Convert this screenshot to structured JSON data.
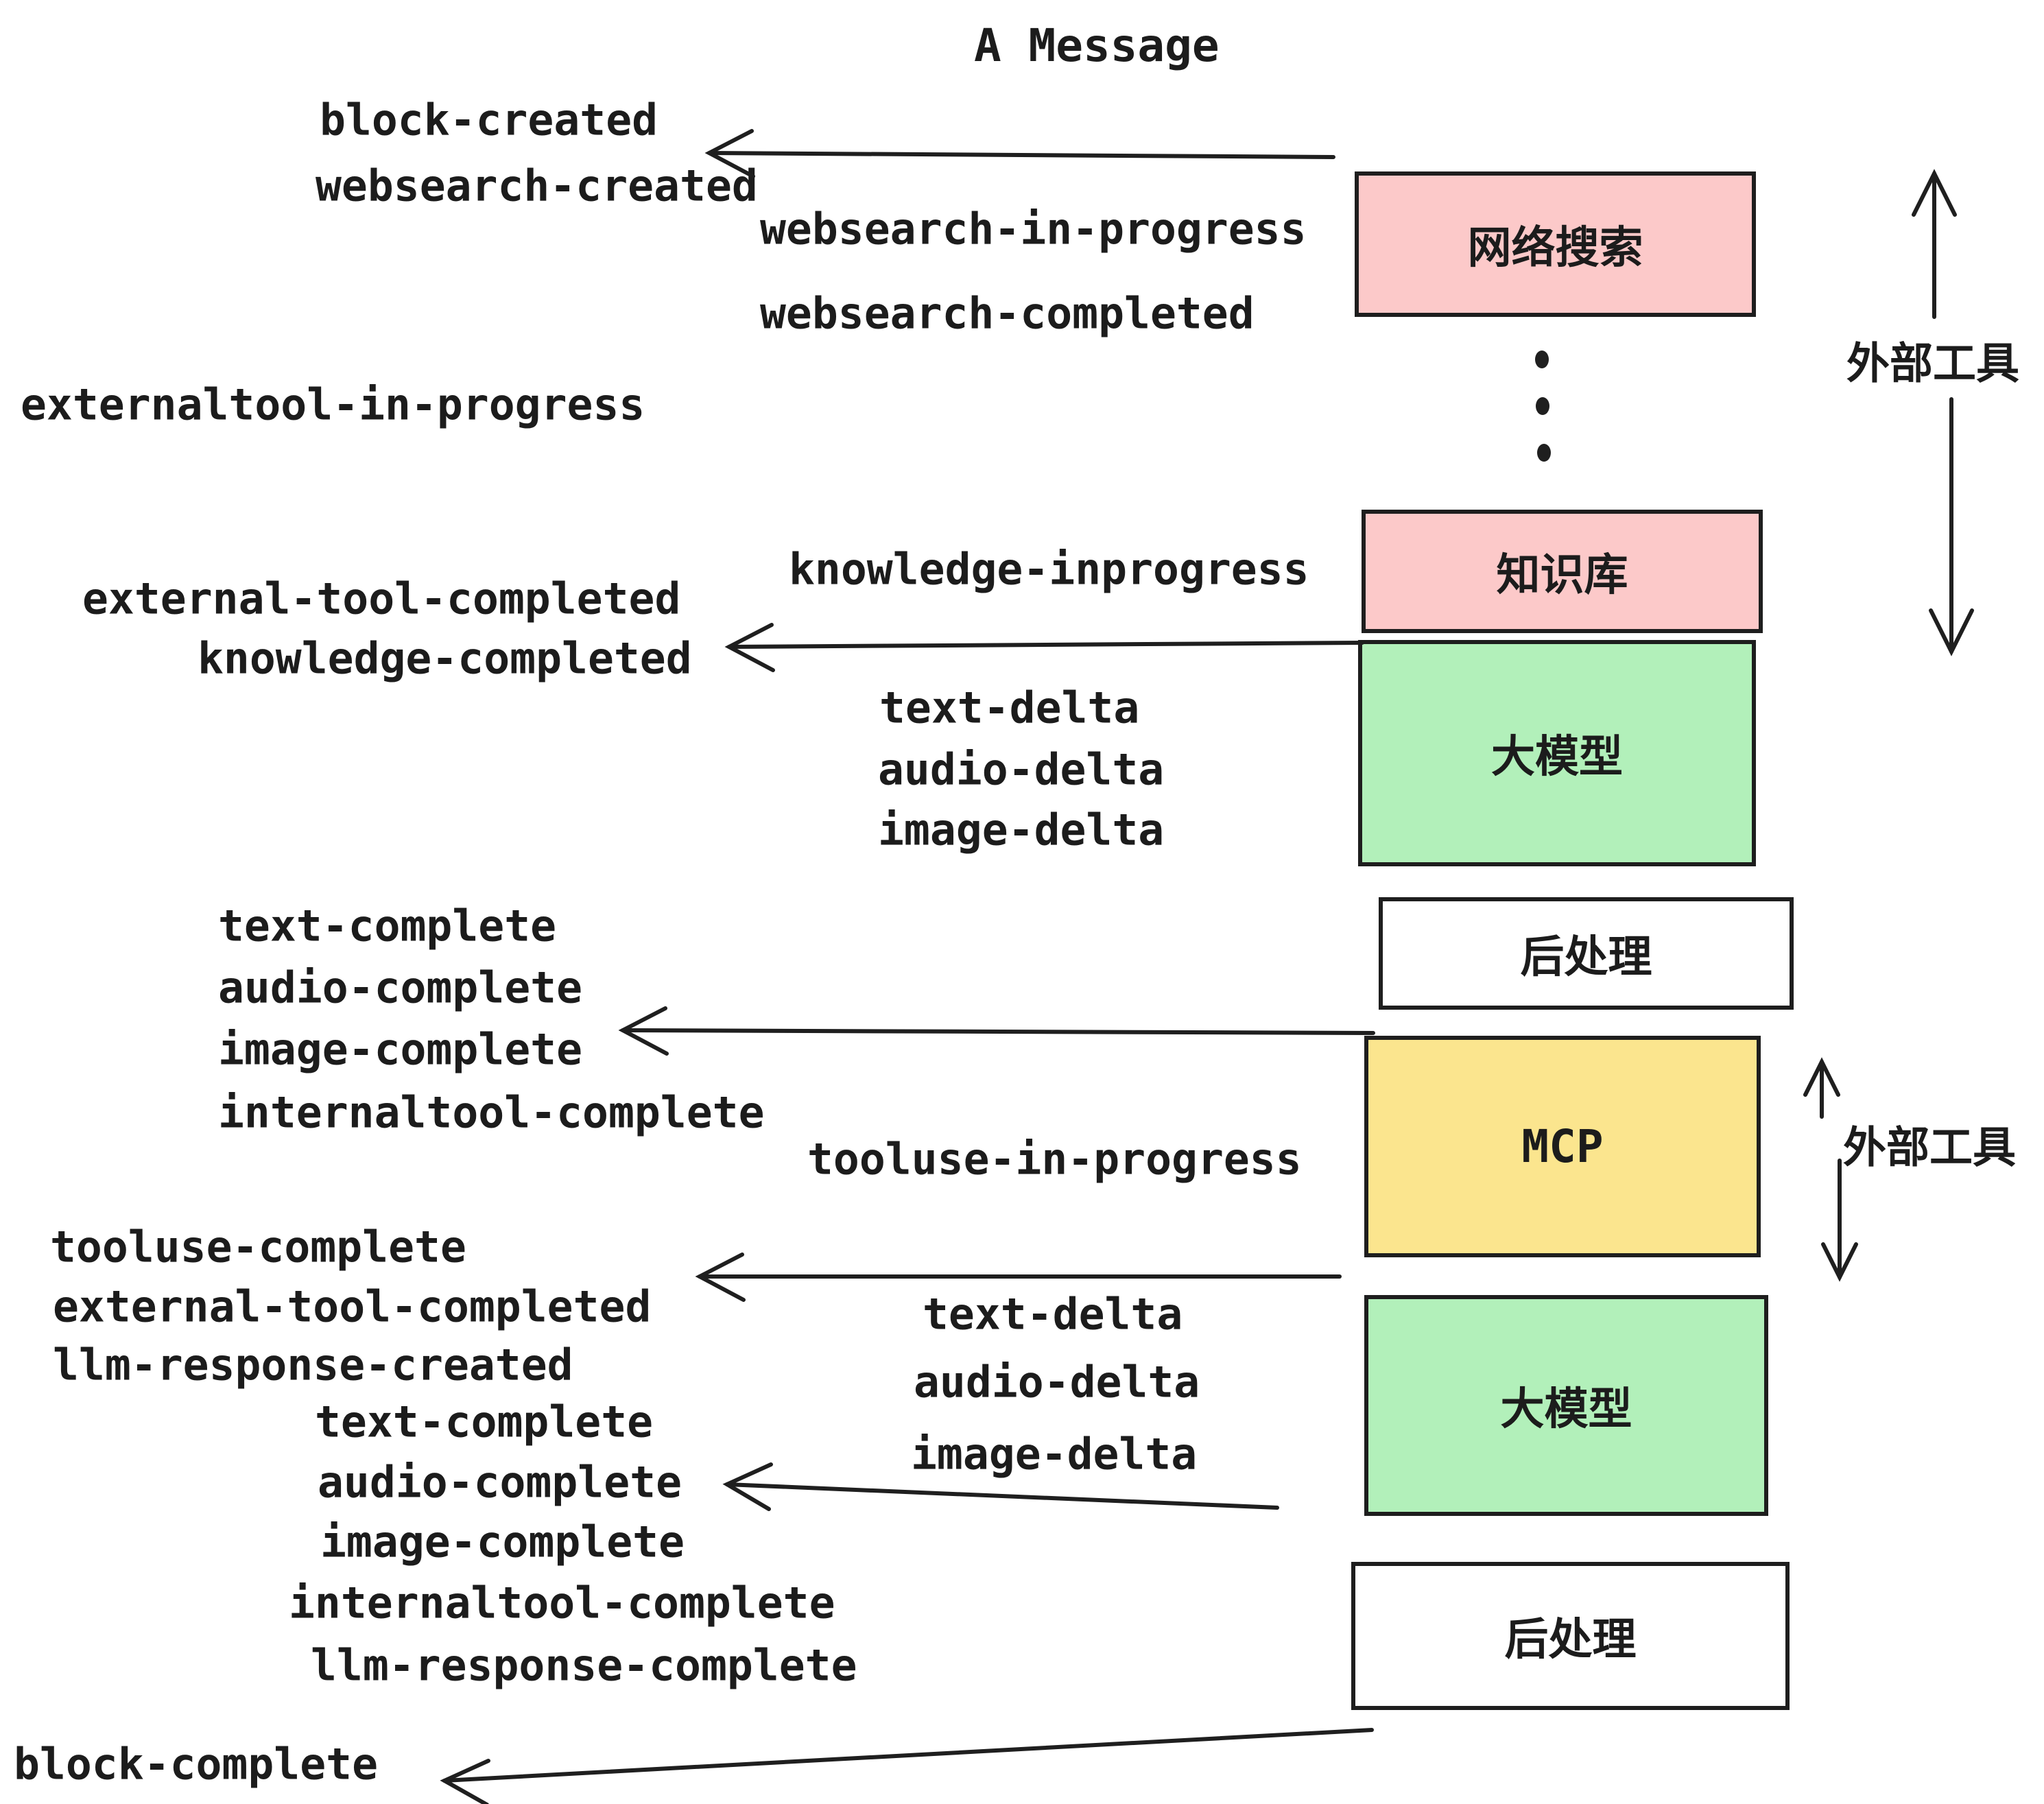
{
  "title": "A Message",
  "events": {
    "block_created": "block-created",
    "websearch_created": "websearch-created",
    "websearch_in_progress": "websearch-in-progress",
    "websearch_completed": "websearch-completed",
    "externaltool_in_progress": "externaltool-in-progress",
    "knowledge_inprogress": "knowledge-inprogress",
    "external_tool_completed": "external-tool-completed",
    "knowledge_completed": "knowledge-completed",
    "text_delta_1": "text-delta",
    "audio_delta_1": "audio-delta",
    "image_delta_1": "image-delta",
    "text_complete_1": "text-complete",
    "audio_complete_1": "audio-complete",
    "image_complete_1": "image-complete",
    "internaltool_complete_1": "internaltool-complete",
    "tooluse_in_progress": "tooluse-in-progress",
    "tooluse_complete": "tooluse-complete",
    "external_tool_completed_2": "external-tool-completed",
    "llm_response_created": "llm-response-created",
    "text_complete_2": "text-complete",
    "audio_complete_2": "audio-complete",
    "image_complete_2": "image-complete",
    "internaltool_complete_2": "internaltool-complete",
    "llm_response_complete": "llm-response-complete",
    "block_complete": "block-complete"
  },
  "boxes": {
    "websearch": {
      "label": "网络搜索"
    },
    "knowledge": {
      "label": "知识库"
    },
    "llm1": {
      "label": "大模型"
    },
    "post1": {
      "label": "后处理"
    },
    "mcp": {
      "label": "MCP"
    },
    "llm2": {
      "label": "大模型"
    },
    "post2": {
      "label": "后处理"
    }
  },
  "annotations": {
    "external_tools_1": "外部工具",
    "external_tools_2": "外部工具"
  },
  "colors": {
    "pink": "#fcc9c9",
    "green": "#b2f0ba",
    "yellow": "#fbe58e",
    "white_box": "#ffffff",
    "stroke": "#1e1e1e"
  }
}
